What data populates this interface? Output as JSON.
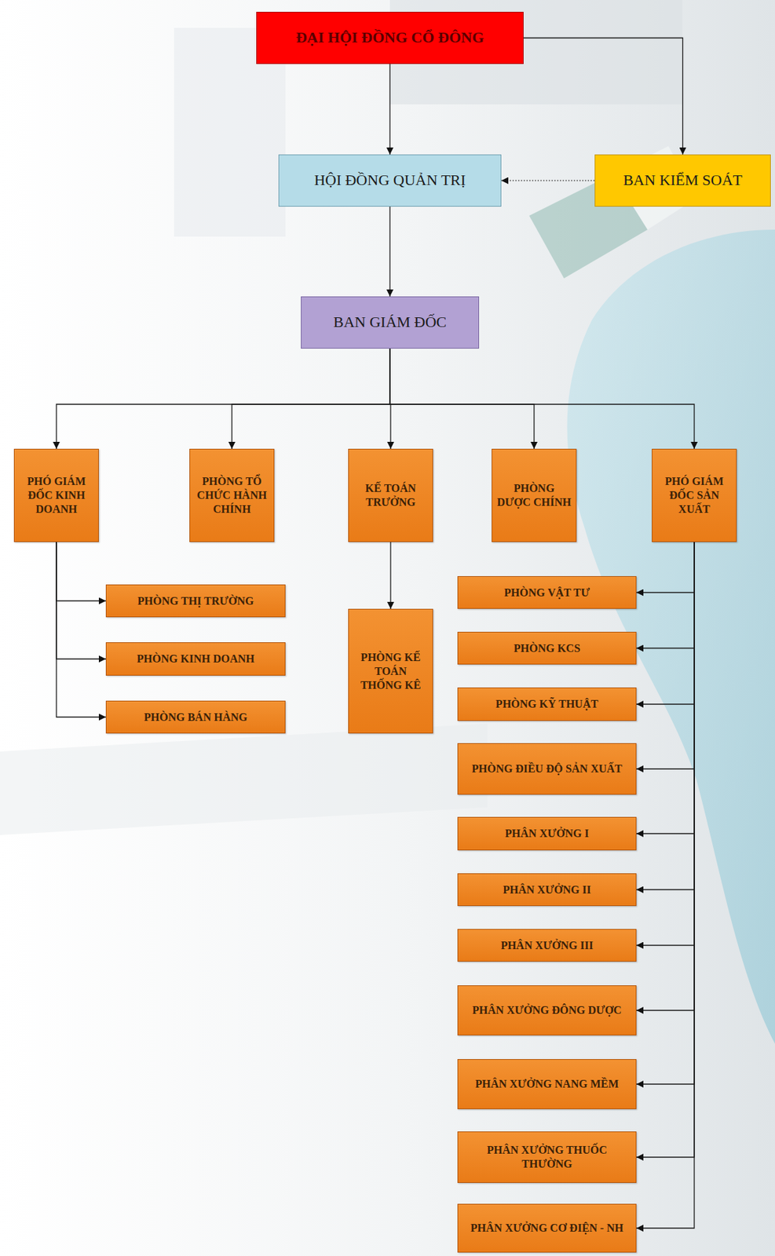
{
  "diagram": {
    "nodes": [
      {
        "text": [
          "ĐẠI HỘI ĐỒNG CỔ ĐÔNG"
        ]
      },
      {
        "text": [
          "HỘI ĐỒNG QUẢN TRỊ"
        ]
      },
      {
        "text": [
          "BAN KIỂM SOÁT"
        ]
      },
      {
        "text": [
          "BAN GIÁM ĐỐC"
        ]
      },
      {
        "text": [
          "PHÓ GIÁM ĐỐC KINH DOANH"
        ]
      },
      {
        "text": [
          "PHÒNG TỔ CHỨC HÀNH CHÍNH"
        ]
      },
      {
        "text": [
          "KẾ TOÁN TRƯỞNG"
        ]
      },
      {
        "text": [
          "PHÒNG DƯỢC CHÍNH"
        ]
      },
      {
        "text": [
          "PHÓ GIÁM ĐỐC SẢN XUẤT"
        ]
      },
      {
        "text": [
          "PHÒNG THỊ TRƯỜNG"
        ]
      },
      {
        "text": [
          "PHÒNG KINH DOANH"
        ]
      },
      {
        "text": [
          "PHÒNG BÁN HÀNG"
        ]
      },
      {
        "text": [
          "PHÒNG KẾ TOÁN THỐNG KÊ"
        ]
      },
      {
        "text": [
          "PHÒNG VẬT TƯ"
        ]
      },
      {
        "text": [
          "PHÒNG KCS"
        ]
      },
      {
        "text": [
          "PHÒNG KỸ THUẬT"
        ]
      },
      {
        "text": [
          "PHÒNG ĐIỀU ĐỘ SẢN XUẤT"
        ]
      },
      {
        "text": [
          "PHÂN XƯỞNG I"
        ]
      },
      {
        "text": [
          "PHÂN XƯỞNG II"
        ]
      },
      {
        "text": [
          "PHÂN XƯỞNG III"
        ]
      },
      {
        "text": [
          "PHÂN XƯỞNG ĐÔNG DƯỢC"
        ]
      },
      {
        "text": [
          "PHÂN XƯỞNG NANG MỀM"
        ]
      },
      {
        "text": [
          "PHÂN XƯỞNG THUỐC THƯỜNG"
        ]
      },
      {
        "text": [
          "PHÂN XƯỞNG CƠ ĐIỆN - NH"
        ]
      }
    ],
    "edges": [
      {
        "from": 0,
        "to": 1,
        "arrow": "to"
      },
      {
        "from": 0,
        "to": 2,
        "arrow": "to"
      },
      {
        "from": 2,
        "to": 1,
        "arrow": "to"
      },
      {
        "from": 1,
        "to": 3,
        "arrow": "to"
      },
      {
        "from": 3,
        "to": 4,
        "arrow": "to"
      },
      {
        "from": 3,
        "to": 5,
        "arrow": "to"
      },
      {
        "from": 3,
        "to": 6,
        "arrow": "to"
      },
      {
        "from": 3,
        "to": 7,
        "arrow": "to"
      },
      {
        "from": 3,
        "to": 8,
        "arrow": "to"
      },
      {
        "from": 4,
        "to": 9,
        "arrow": "to"
      },
      {
        "from": 4,
        "to": 10,
        "arrow": "to"
      },
      {
        "from": 4,
        "to": 11,
        "arrow": "to"
      },
      {
        "from": 6,
        "to": 12,
        "arrow": "to"
      },
      {
        "from": 8,
        "to": 13,
        "arrow": "to"
      },
      {
        "from": 8,
        "to": 14,
        "arrow": "to"
      },
      {
        "from": 8,
        "to": 15,
        "arrow": "to"
      },
      {
        "from": 8,
        "to": 16,
        "arrow": "to"
      },
      {
        "from": 8,
        "to": 17,
        "arrow": "to"
      },
      {
        "from": 8,
        "to": 18,
        "arrow": "to"
      },
      {
        "from": 8,
        "to": 19,
        "arrow": "to"
      },
      {
        "from": 8,
        "to": 20,
        "arrow": "to"
      },
      {
        "from": 8,
        "to": 21,
        "arrow": "to"
      },
      {
        "from": 8,
        "to": 22,
        "arrow": "to"
      },
      {
        "from": 8,
        "to": 23,
        "arrow": "to"
      }
    ]
  }
}
